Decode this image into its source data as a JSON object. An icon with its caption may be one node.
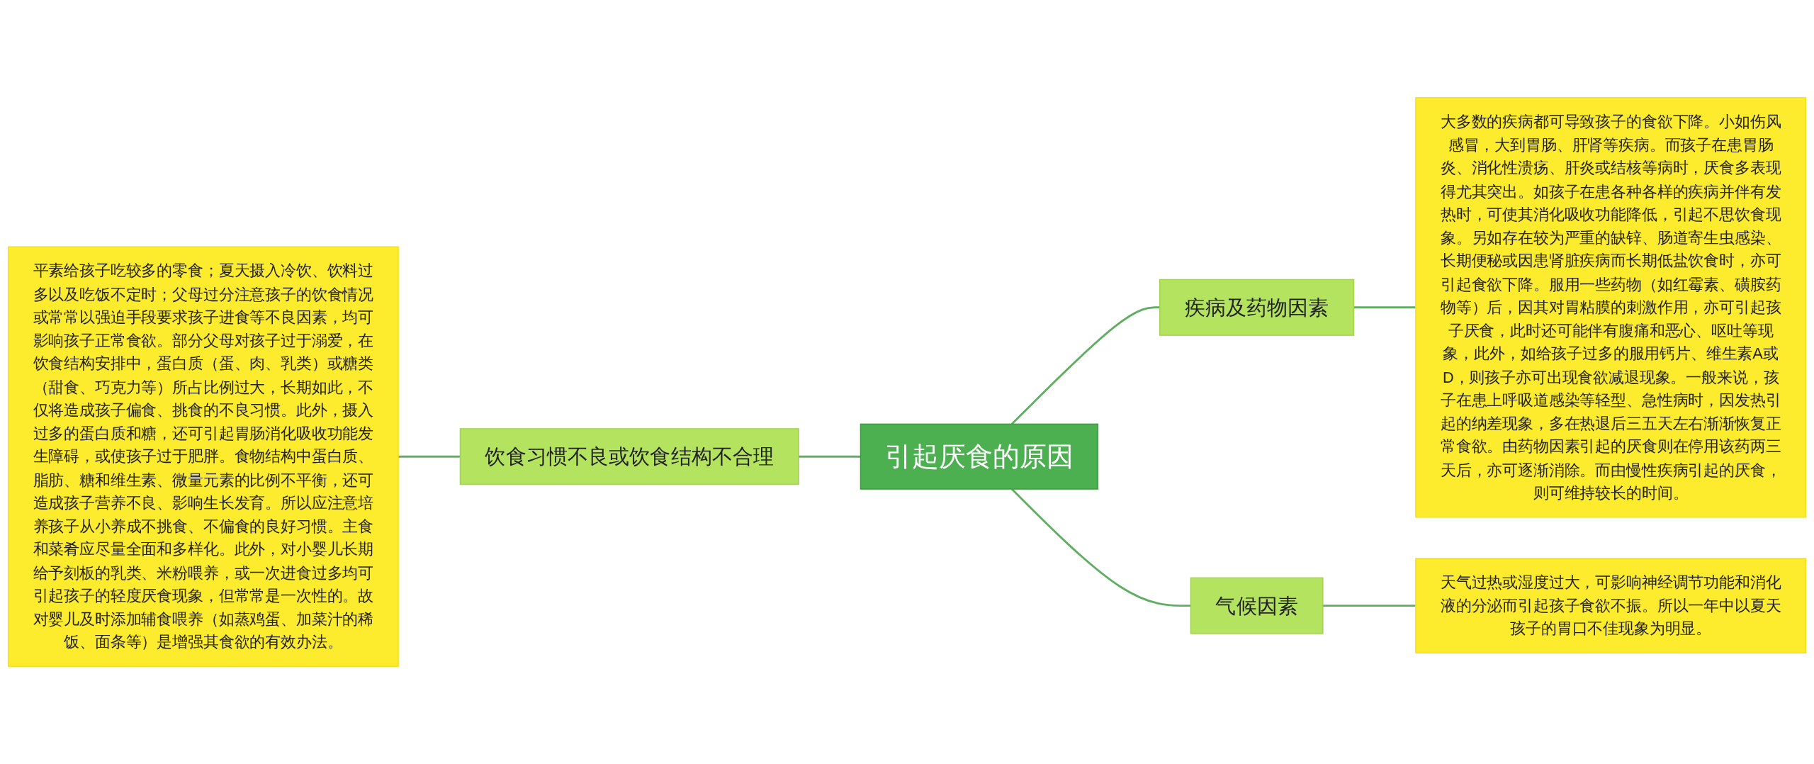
{
  "diagram": {
    "nodes": [
      {
        "text": [
          "引起厌食的原因"
        ]
      },
      {
        "text": [
          "饮食习惯不良或饮食结构不合理"
        ]
      },
      {
        "text": [
          "平素给孩子吃较多的零食；夏天摄入冷饮、饮料过多以及吃饭不定时；父母过分注意孩子的饮食情况或常常以强迫手段要求孩子进食等不良因素，均可影响孩子正常食欲。部分父母对孩子过于溺爱，在饮食结构安排中，蛋白质（蛋、肉、乳类）或糖类（甜食、巧克力等）所占比例过大，长期如此，不仅将造成孩子偏食、挑食的不良习惯。此外，摄入过多的蛋白质和糖，还可引起胃肠消化吸收功能发生障碍，或使孩子过于肥胖。食物结构中蛋白质、脂肪、糖和维生素、微量元素的比例不平衡，还可造成孩子营养不良、影响生长发育。所以应注意培养孩子从小养成不挑食、不偏食的良好习惯。主食和菜肴应尽量全面和多样化。此外，对小婴儿长期给予刻板的乳类、米粉喂养，或一次进食过多均可引起孩子的轻度厌食现象，但常常是一次性的。故对婴儿及时添加辅食喂养（如蒸鸡蛋、加菜汁的稀饭、面条等）是增强其食欲的有效办法。"
        ]
      },
      {
        "text": [
          "疾病及药物因素"
        ]
      },
      {
        "text": [
          "大多数的疾病都可导致孩子的食欲下降。小如伤风感冒，大到胃肠、肝肾等疾病。而孩子在患胃肠炎、消化性溃疡、肝炎或结核等病时，厌食多表现得尤其突出。如孩子在患各种各样的疾病并伴有发热时，可使其消化吸收功能降低，引起不思饮食现象。另如存在较为严重的缺锌、肠道寄生虫感染、长期便秘或因患肾脏疾病而长期低盐饮食时，亦可引起食欲下降。服用一些药物（如红霉素、磺胺药物等）后，因其对胃粘膜的刺激作用，亦可引起孩子厌食，此时还可能伴有腹痛和恶心、呕吐等现象，此外，如给孩子过多的服用钙片、维生素A或D，则孩子亦可出现食欲减退现象。一般来说，孩子在患上呼吸道感染等轻型、急性病时，因发热引起的纳差现象，多在热退后三五天左右渐渐恢复正常食欲。由药物因素引起的厌食则在停用该药两三天后，亦可逐渐消除。而由慢性疾病引起的厌食，则可维持较长的时间。"
        ]
      },
      {
        "text": [
          "气候因素"
        ]
      },
      {
        "text": [
          "天气过热或湿度过大，可影响神经调节功能和消化液的分泌而引起孩子食欲不振。所以一年中以夏天孩子的胃口不佳现象为明显。"
        ]
      }
    ],
    "edges": [
      {
        "from": 0,
        "to": 1,
        "arrow": "none"
      },
      {
        "from": 1,
        "to": 2,
        "arrow": "none"
      },
      {
        "from": 0,
        "to": 3,
        "arrow": "none"
      },
      {
        "from": 3,
        "to": 4,
        "arrow": "none"
      },
      {
        "from": 0,
        "to": 5,
        "arrow": "none"
      },
      {
        "from": 5,
        "to": 6,
        "arrow": "none"
      }
    ]
  }
}
